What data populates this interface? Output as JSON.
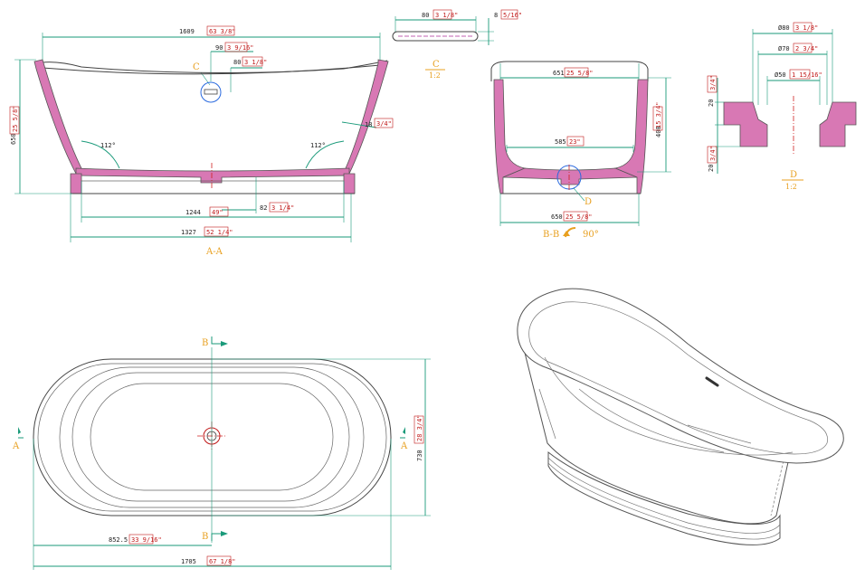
{
  "views": {
    "section_aa": {
      "label": "A-A",
      "detail_ref": "C",
      "dims": {
        "overall_width": {
          "mm": "1609",
          "inch": "63 3/8\""
        },
        "overflow_offset": {
          "mm": "90",
          "inch": "3 9/16\""
        },
        "overflow_height": {
          "mm": "80",
          "inch": "3 1/8\""
        },
        "height": {
          "mm": "650",
          "inch": "25 5/8\""
        },
        "wall_thickness": {
          "mm": "18",
          "inch": "3/4\""
        },
        "angle_left": "112°",
        "angle_right": "112°",
        "inner_bottom": {
          "mm": "1244",
          "inch": "49\""
        },
        "drain_offset": {
          "mm": "82",
          "inch": "3 1/4\""
        },
        "base_width": {
          "mm": "1327",
          "inch": "52 1/4\""
        }
      }
    },
    "detail_c": {
      "label": "C",
      "scale": "1:2",
      "dims": {
        "length": {
          "mm": "80",
          "inch": "3 1/8\""
        },
        "width": {
          "mm": "8",
          "inch": "5/16\""
        }
      }
    },
    "section_bb": {
      "label": "B-B",
      "rotation": "90°",
      "detail_ref": "D",
      "dims": {
        "top_width": {
          "mm": "651",
          "inch": "25 5/8\""
        },
        "depth": {
          "mm": "400",
          "inch": "15 3/4\""
        },
        "inner_bottom": {
          "mm": "585",
          "inch": "23\""
        },
        "base_width": {
          "mm": "650",
          "inch": "25 5/8\""
        }
      }
    },
    "detail_d": {
      "label": "D",
      "scale": "1:2",
      "dims": {
        "outer_dia": {
          "mm": "Ø80",
          "inch": "3 1/8\""
        },
        "mid_dia": {
          "mm": "Ø70",
          "inch": "2 3/4\""
        },
        "inner_dia": {
          "mm": "Ø50",
          "inch": "1 15/16\""
        },
        "top_thk": {
          "mm": "20",
          "inch": "3/4\""
        },
        "bottom_thk": {
          "mm": "20",
          "inch": "3/4\""
        }
      }
    },
    "plan": {
      "section_a": "A",
      "section_b": "B",
      "dims": {
        "overall_length": {
          "mm": "1705",
          "inch": "67 1/8\""
        },
        "half_length": {
          "mm": "852.5",
          "inch": "33 9/16\""
        },
        "overall_width": {
          "mm": "730",
          "inch": "28 3/4\""
        }
      }
    }
  }
}
